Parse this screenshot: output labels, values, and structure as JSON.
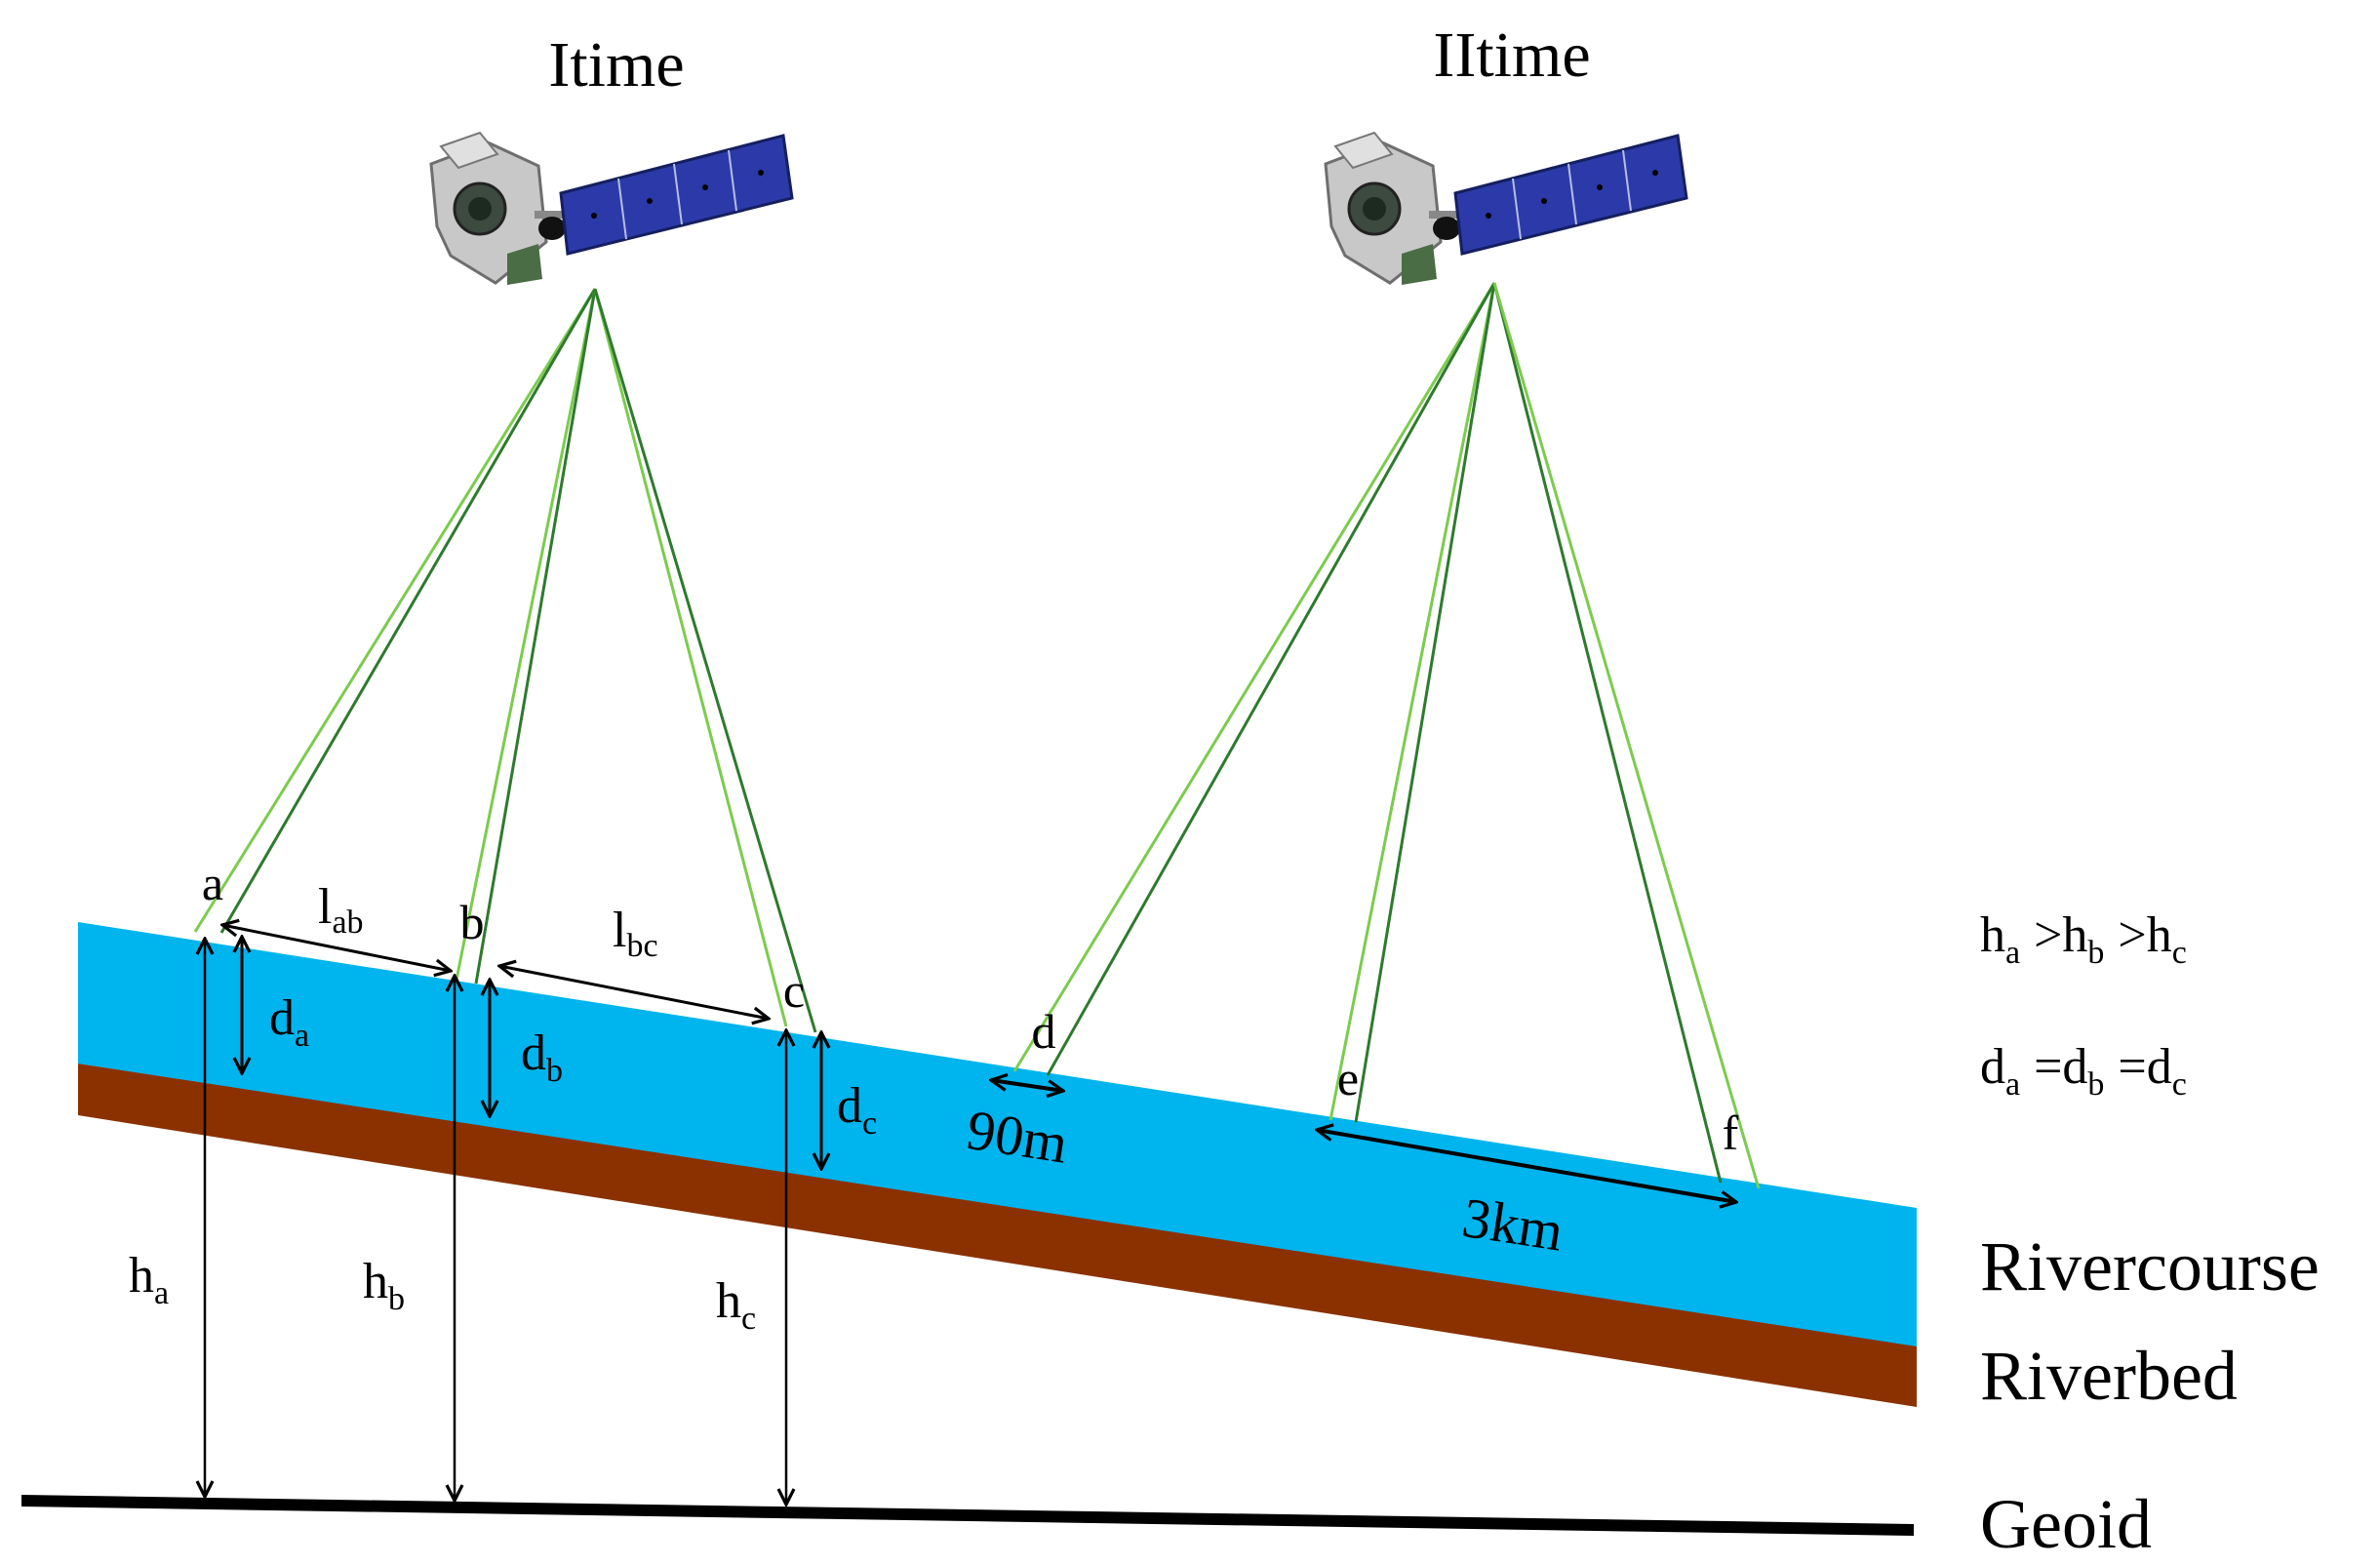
{
  "titles": {
    "time1": "Itime",
    "time2": "IItime"
  },
  "points": {
    "a": "a",
    "b": "b",
    "c": "c",
    "d": "d",
    "e": "e",
    "f": "f"
  },
  "labels": {
    "l_main": "l",
    "l_ab_sub": "ab",
    "l_bc_sub": "bc",
    "d_main": "d",
    "h_main": "h",
    "sub_a": "a",
    "sub_b": "b",
    "sub_c": "c",
    "dist_90m": "90m",
    "dist_3km": "3km"
  },
  "relations": {
    "gt": ">",
    "eq": "="
  },
  "legend": {
    "rivercourse": "Rivercourse",
    "riverbed": "Riverbed",
    "geoid": "Geoid"
  },
  "colors": {
    "water": "#00B4EE",
    "riverbed": "#8B3100",
    "beam_light": "#7CCB4E",
    "beam_dark": "#2E7A2E",
    "panel": "#2B3AA8",
    "body": "#BFBFBF"
  }
}
